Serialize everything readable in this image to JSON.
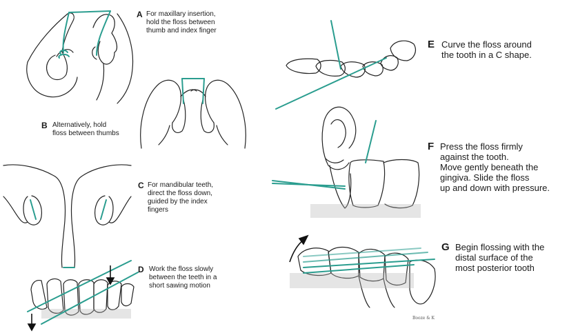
{
  "colors": {
    "floss": "#2a9d8f",
    "line": "#222222",
    "stipple": "#b5b5b5"
  },
  "steps": {
    "A": {
      "letter": "A",
      "text": "For maxillary insertion,\nhold the floss between\nthumb and index finger"
    },
    "B": {
      "letter": "B",
      "text": "Alternatively, hold\nfloss between thumbs"
    },
    "C": {
      "letter": "C",
      "text": "For mandibular teeth,\ndirect the floss down,\nguided by the index\nfingers"
    },
    "D": {
      "letter": "D",
      "text": "Work the floss slowly\nbetween the teeth in a\nshort sawing motion"
    },
    "E": {
      "letter": "E",
      "text": "Curve the floss around\nthe tooth in a C shape."
    },
    "F": {
      "letter": "F",
      "text": "Press the floss firmly\nagainst the tooth.\nMove gently beneath the\ngingiva. Slide the floss\nup and down with pressure."
    },
    "G": {
      "letter": "G",
      "text": "Begin flossing with the\ndistal surface of the\nmost posterior tooth"
    }
  },
  "signature": "Booze & K"
}
